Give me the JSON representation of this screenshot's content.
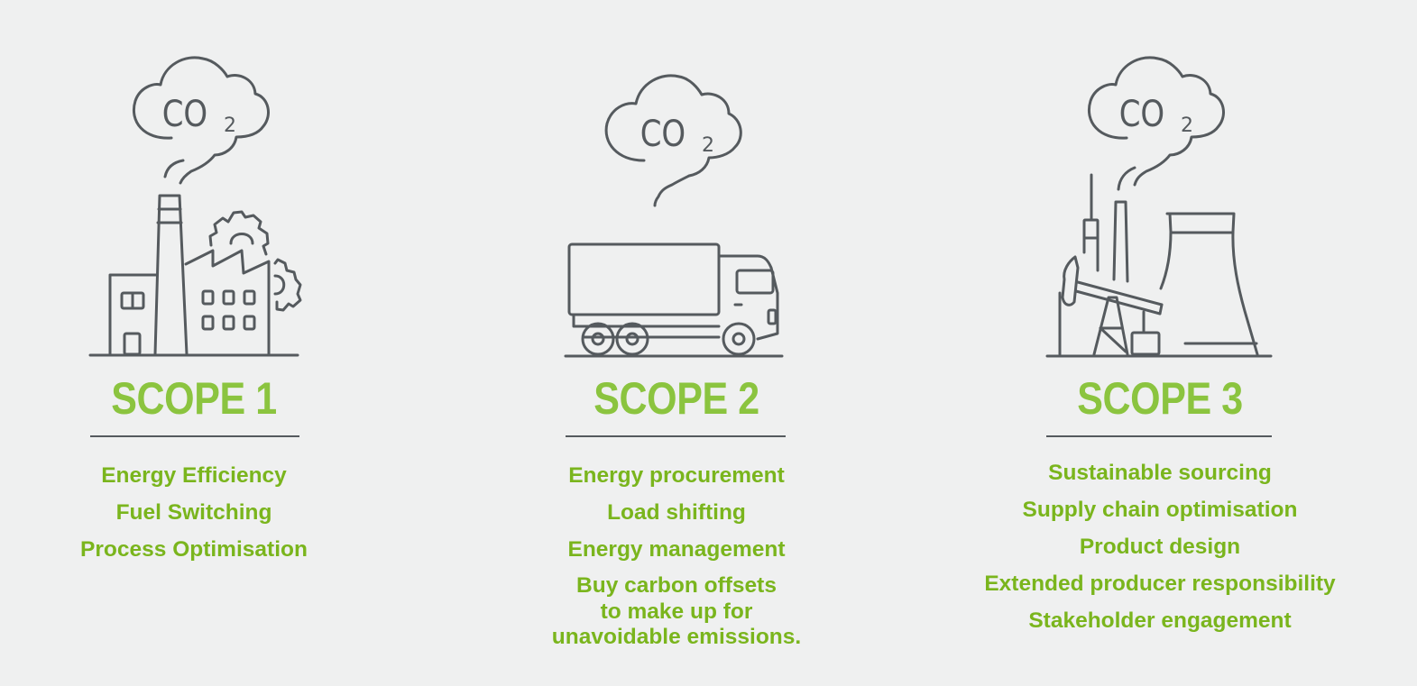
{
  "colors": {
    "background": "#eff0f0",
    "title_green": "#8bc43f",
    "item_green": "#7ab51d",
    "icon_gray": "#555a5e"
  },
  "scopes": [
    {
      "title": "SCOPE 1",
      "icon": "factory-with-gears-icon",
      "cloud_label": "CO",
      "cloud_sub": "2",
      "items": [
        "Energy Efficiency",
        "Fuel Switching",
        "Process Optimisation"
      ]
    },
    {
      "title": "SCOPE 2",
      "icon": "delivery-truck-icon",
      "cloud_label": "CO",
      "cloud_sub": "2",
      "items": [
        "Energy procurement",
        "Load shifting",
        "Energy management"
      ],
      "multiline_item": [
        "Buy carbon offsets",
        "to make up for",
        "unavoidable emissions."
      ]
    },
    {
      "title": "SCOPE 3",
      "icon": "industrial-plant-oil-pump-icon",
      "cloud_label": "CO",
      "cloud_sub": "2",
      "items": [
        "Sustainable sourcing",
        "Supply chain optimisation",
        "Product design",
        "Extended producer responsibility",
        "Stakeholder engagement"
      ]
    }
  ]
}
